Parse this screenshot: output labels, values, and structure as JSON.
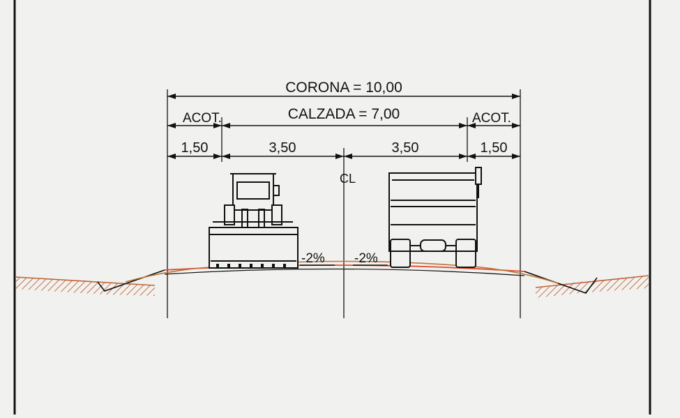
{
  "dimensions": {
    "corona": "CORONA = 10,00",
    "calzada": "CALZADA = 7,00",
    "acot_left": "ACOT.",
    "acot_right": "ACOT.",
    "seg_1": "1,50",
    "seg_2": "3,50",
    "seg_3": "3,50",
    "seg_4": "1,50"
  },
  "centerline": "CL",
  "slopes": {
    "left": "-2%",
    "right": "-2%"
  },
  "colors": {
    "ink": "#111111",
    "paper": "#f1f2ef",
    "pavement_line": "#e04a2e",
    "subgrade_line": "#b8743c",
    "terrain_hatch": "#c0623a"
  },
  "icons": {
    "left_vehicle": "front-loader-icon",
    "right_vehicle": "dump-truck-icon"
  }
}
